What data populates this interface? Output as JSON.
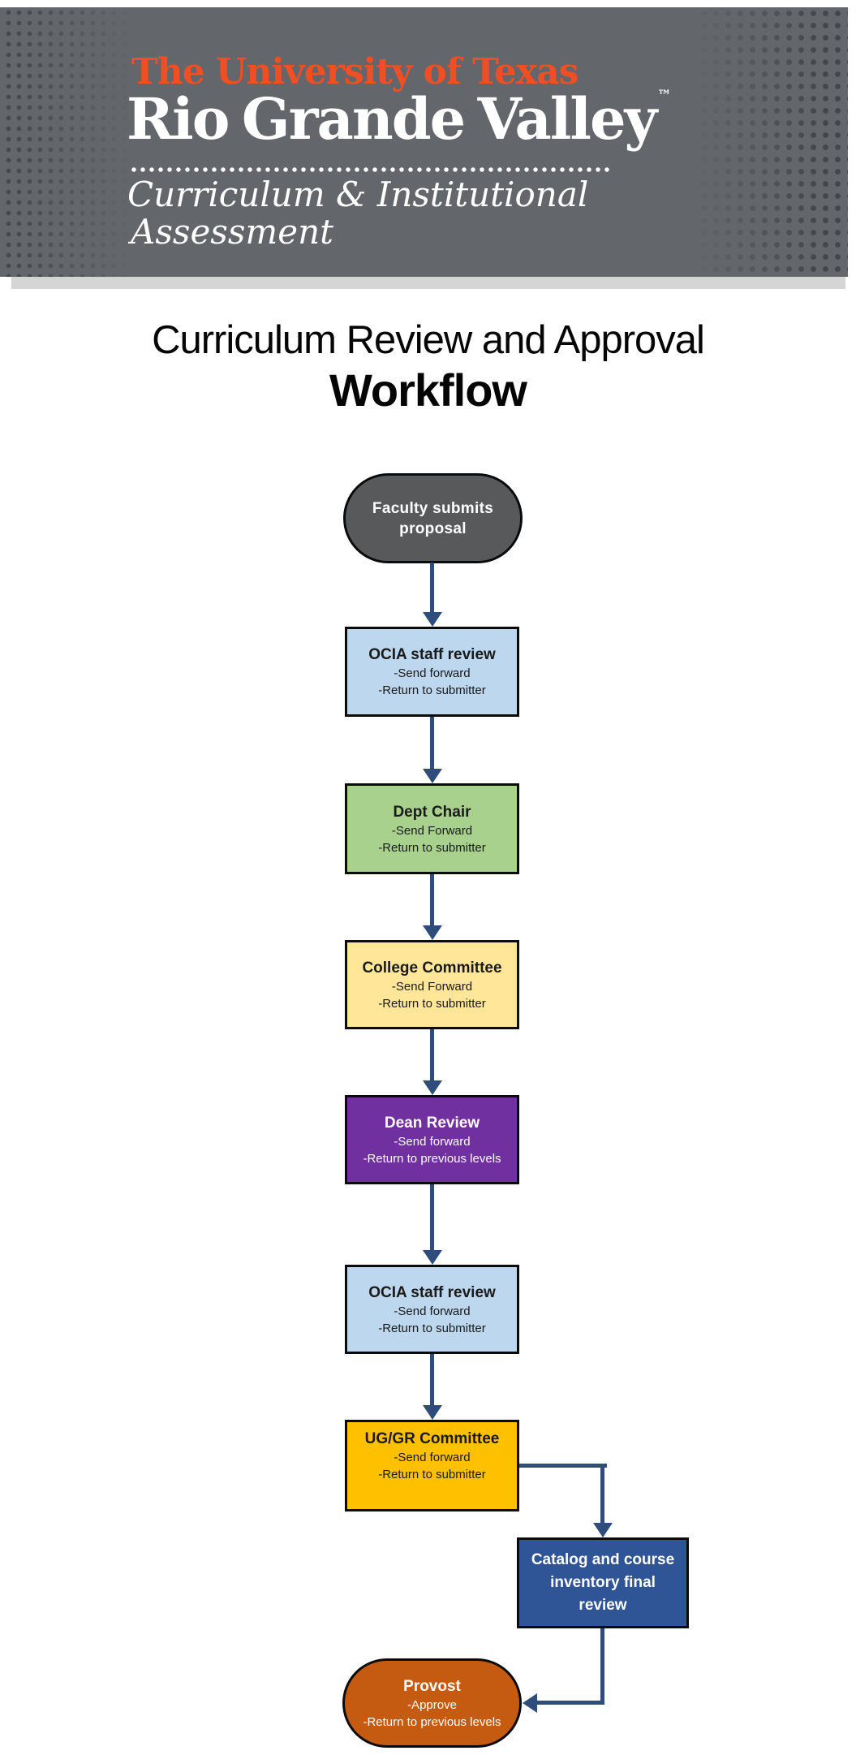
{
  "banner": {
    "university_line": "The University of Texas",
    "campus_line": "Rio Grande Valley",
    "trademark": "™",
    "dept_line1": "Curriculum & Institutional",
    "dept_line2": "Assessment",
    "colors": {
      "background": "#63666A",
      "university_text": "#F04E23",
      "logo_text": "#FFFFFF"
    }
  },
  "page_title": {
    "line1": "Curriculum Review and Approval",
    "line2": "Workflow"
  },
  "flowchart": {
    "connector_color": "#2E4C7C",
    "nodes": [
      {
        "id": "start",
        "shape": "pill",
        "title": "Faculty submits proposal",
        "lines": [],
        "fill": "#58595B",
        "text_color": "#FFFFFF"
      },
      {
        "id": "ocia-staff-review-1",
        "shape": "rect",
        "title": "OCIA staff review",
        "lines": [
          "-Send forward",
          "-Return to submitter"
        ],
        "fill": "#BDD7EE",
        "text_color": "#1A1A1A"
      },
      {
        "id": "dept-chair",
        "shape": "rect",
        "title": "Dept Chair",
        "lines": [
          "-Send Forward",
          "-Return to submitter"
        ],
        "fill": "#A9D18E",
        "text_color": "#1A1A1A"
      },
      {
        "id": "college-committee",
        "shape": "rect",
        "title": "College Committee",
        "lines": [
          "-Send Forward",
          "-Return to submitter"
        ],
        "fill": "#FFE699",
        "text_color": "#1A1A1A"
      },
      {
        "id": "dean-review",
        "shape": "rect",
        "title": "Dean Review",
        "lines": [
          "-Send forward",
          "-Return to previous levels"
        ],
        "fill": "#7030A0",
        "text_color": "#FFFFFF"
      },
      {
        "id": "ocia-staff-review-2",
        "shape": "rect",
        "title": "OCIA staff review",
        "lines": [
          "-Send forward",
          "-Return to submitter"
        ],
        "fill": "#BDD7EE",
        "text_color": "#1A1A1A"
      },
      {
        "id": "ug-gr-committee",
        "shape": "rect",
        "title": "UG/GR Committee",
        "lines": [
          "-Send forward",
          "-Return to submitter"
        ],
        "fill": "#FFC000",
        "text_color": "#1A1A1A"
      },
      {
        "id": "catalog-final-review",
        "shape": "rect",
        "title": "Catalog and course inventory final review",
        "lines": [],
        "fill": "#2F5597",
        "text_color": "#FFFFFF"
      },
      {
        "id": "provost",
        "shape": "pill",
        "title": "Provost",
        "lines": [
          "-Approve",
          "-Return to previous levels"
        ],
        "fill": "#C55A11",
        "text_color": "#FFFFFF"
      }
    ]
  }
}
